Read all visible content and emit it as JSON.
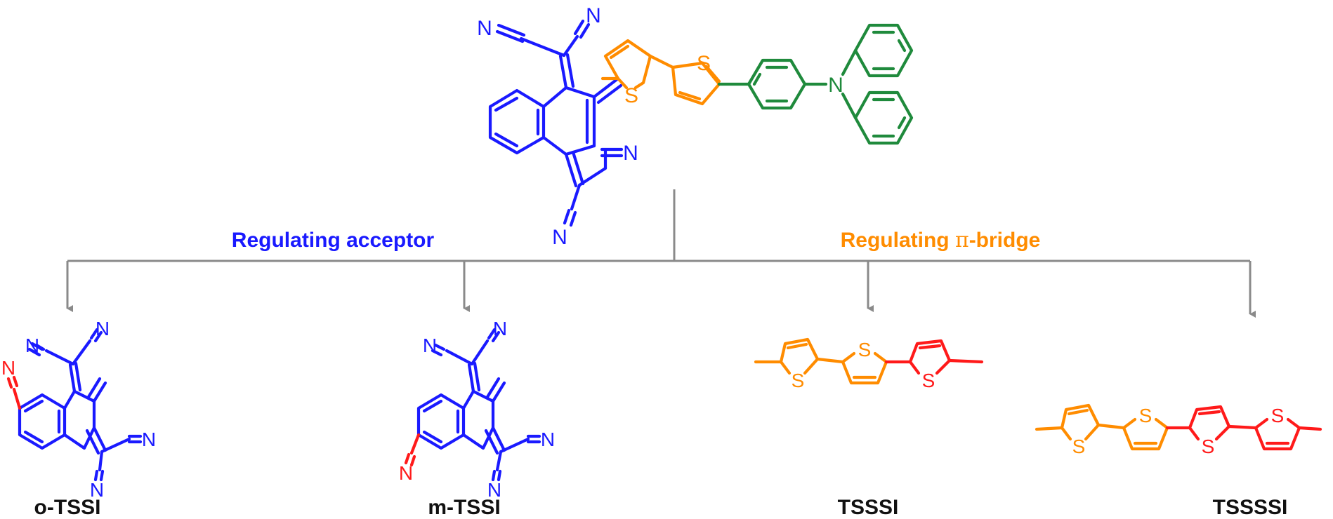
{
  "colors": {
    "acceptor": "#1a1aff",
    "bridge": "#ff8c00",
    "donor": "#1f8a3c",
    "highlight": "#ff1a1a",
    "connector": "#8a8a8a",
    "text": "#111111"
  },
  "atoms": {
    "nitrogen": "N",
    "sulfur": "S"
  },
  "branches": {
    "left": "Regulating acceptor",
    "right_prefix": "Regulating ",
    "right_pi": "π",
    "right_suffix": "-bridge"
  },
  "compounds": [
    {
      "id": "o-tssi",
      "name": "o-TSSI"
    },
    {
      "id": "m-tssi",
      "name": "m-TSSI"
    },
    {
      "id": "tsssi",
      "name": "TSSSI"
    },
    {
      "id": "tssssi",
      "name": "TSSSSI"
    }
  ]
}
